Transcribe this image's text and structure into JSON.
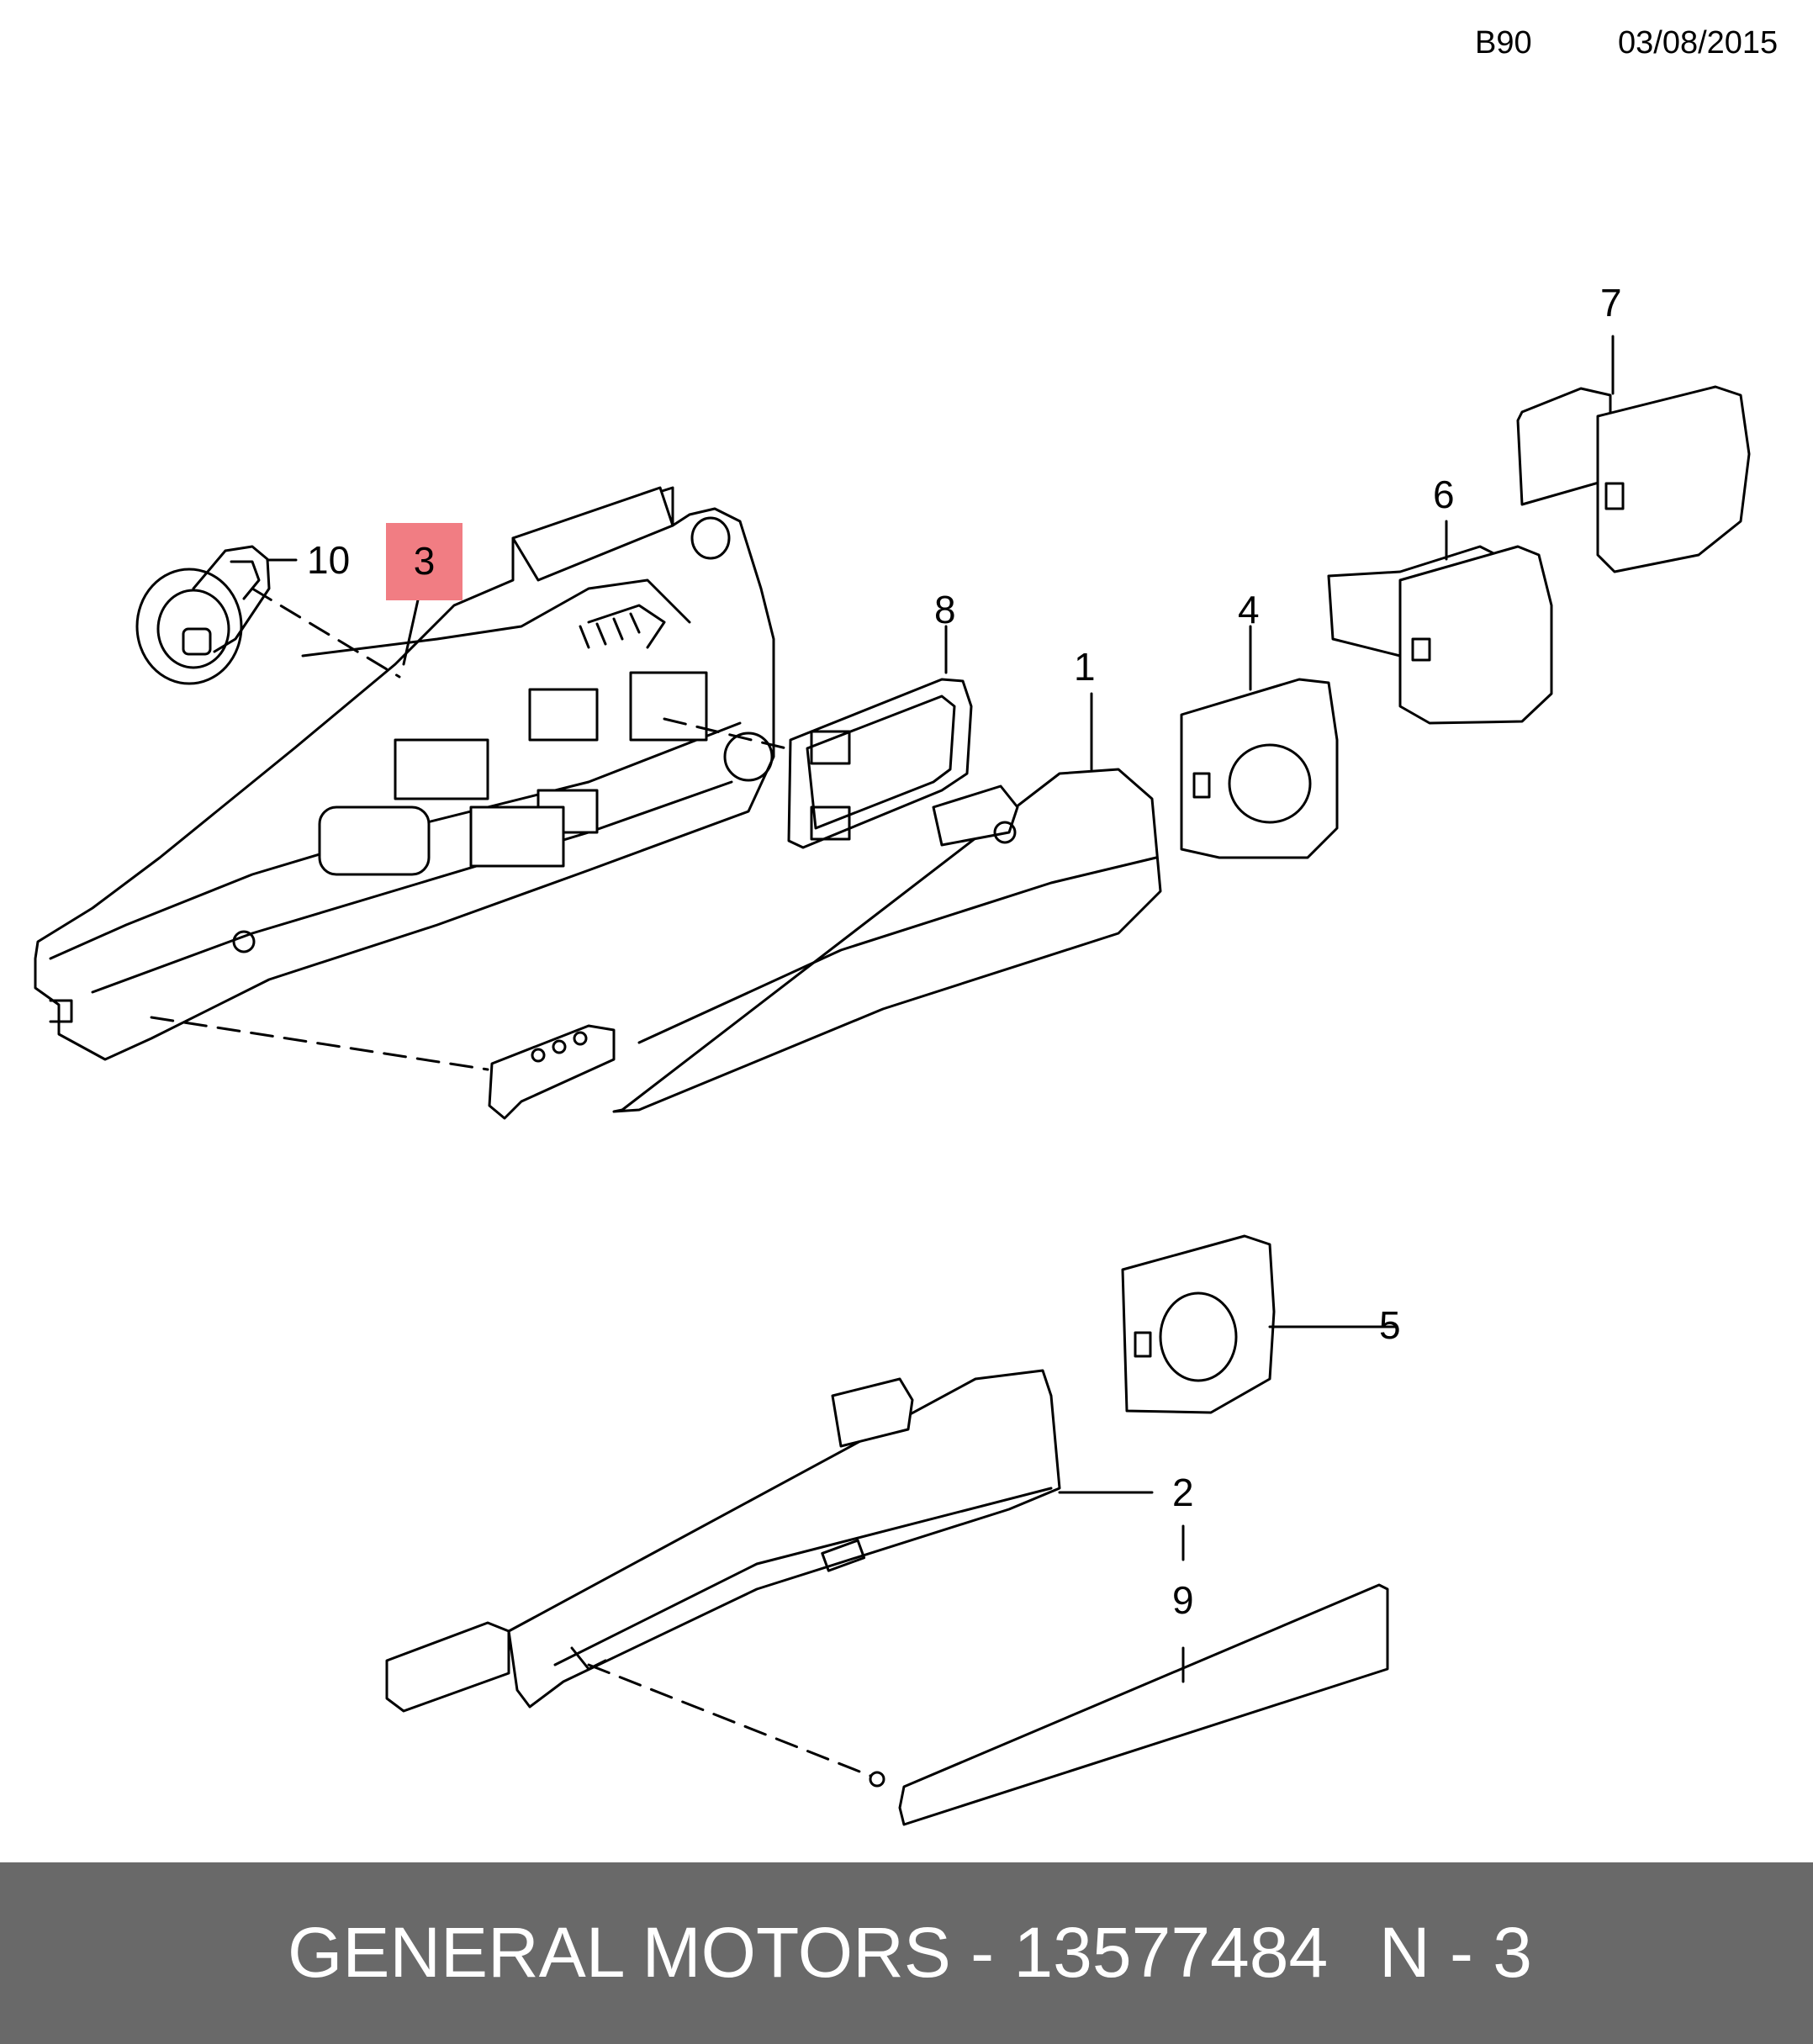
{
  "header": {
    "code": "B90",
    "date": "03/08/2015"
  },
  "callouts": {
    "c1": "1",
    "c2": "2",
    "c3": "3",
    "c4": "4",
    "c5": "5",
    "c6": "6",
    "c7": "7",
    "c8": "8",
    "c9": "9",
    "c10": "10"
  },
  "highlight_color": "#f17d83",
  "footer": {
    "text": "GENERAL MOTORS - 13577484",
    "code": "N - 3",
    "background": "#696969"
  }
}
